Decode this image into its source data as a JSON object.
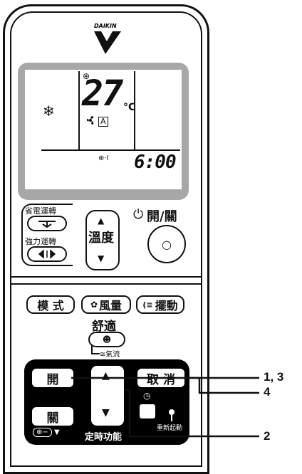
{
  "brand": {
    "logo_text": "DAIKIN"
  },
  "display": {
    "temperature": "27",
    "temperature_unit": "°C",
    "fan_mode": "A",
    "timer_value": "6:00",
    "timer_icon": "⊕·I",
    "mode_icon": "❄",
    "temp_marker": "⊕"
  },
  "buttons": {
    "econo_label": "省電運轉",
    "powerful_label": "強力運轉",
    "temp_label": "溫度",
    "temp_up": "▲",
    "temp_down": "▼",
    "onoff_label": "開/關",
    "onoff_symbol": "⏻",
    "onoff_inner": "○",
    "mode_label": "模 式",
    "fan_label": "風量",
    "swing_label": "擺動",
    "comfort_label": "舒適",
    "comfort_sub": "≋氣流",
    "timer_on_label": "開",
    "timer_off_label": "關",
    "timer_up": "▲",
    "timer_down": "▼",
    "timer_label": "定時功能",
    "cancel_label": "取 消",
    "reset_label": "重新起動",
    "timer_extra": "▼"
  },
  "callouts": {
    "c1": "1, 3",
    "c2": "2",
    "c4": "4"
  }
}
